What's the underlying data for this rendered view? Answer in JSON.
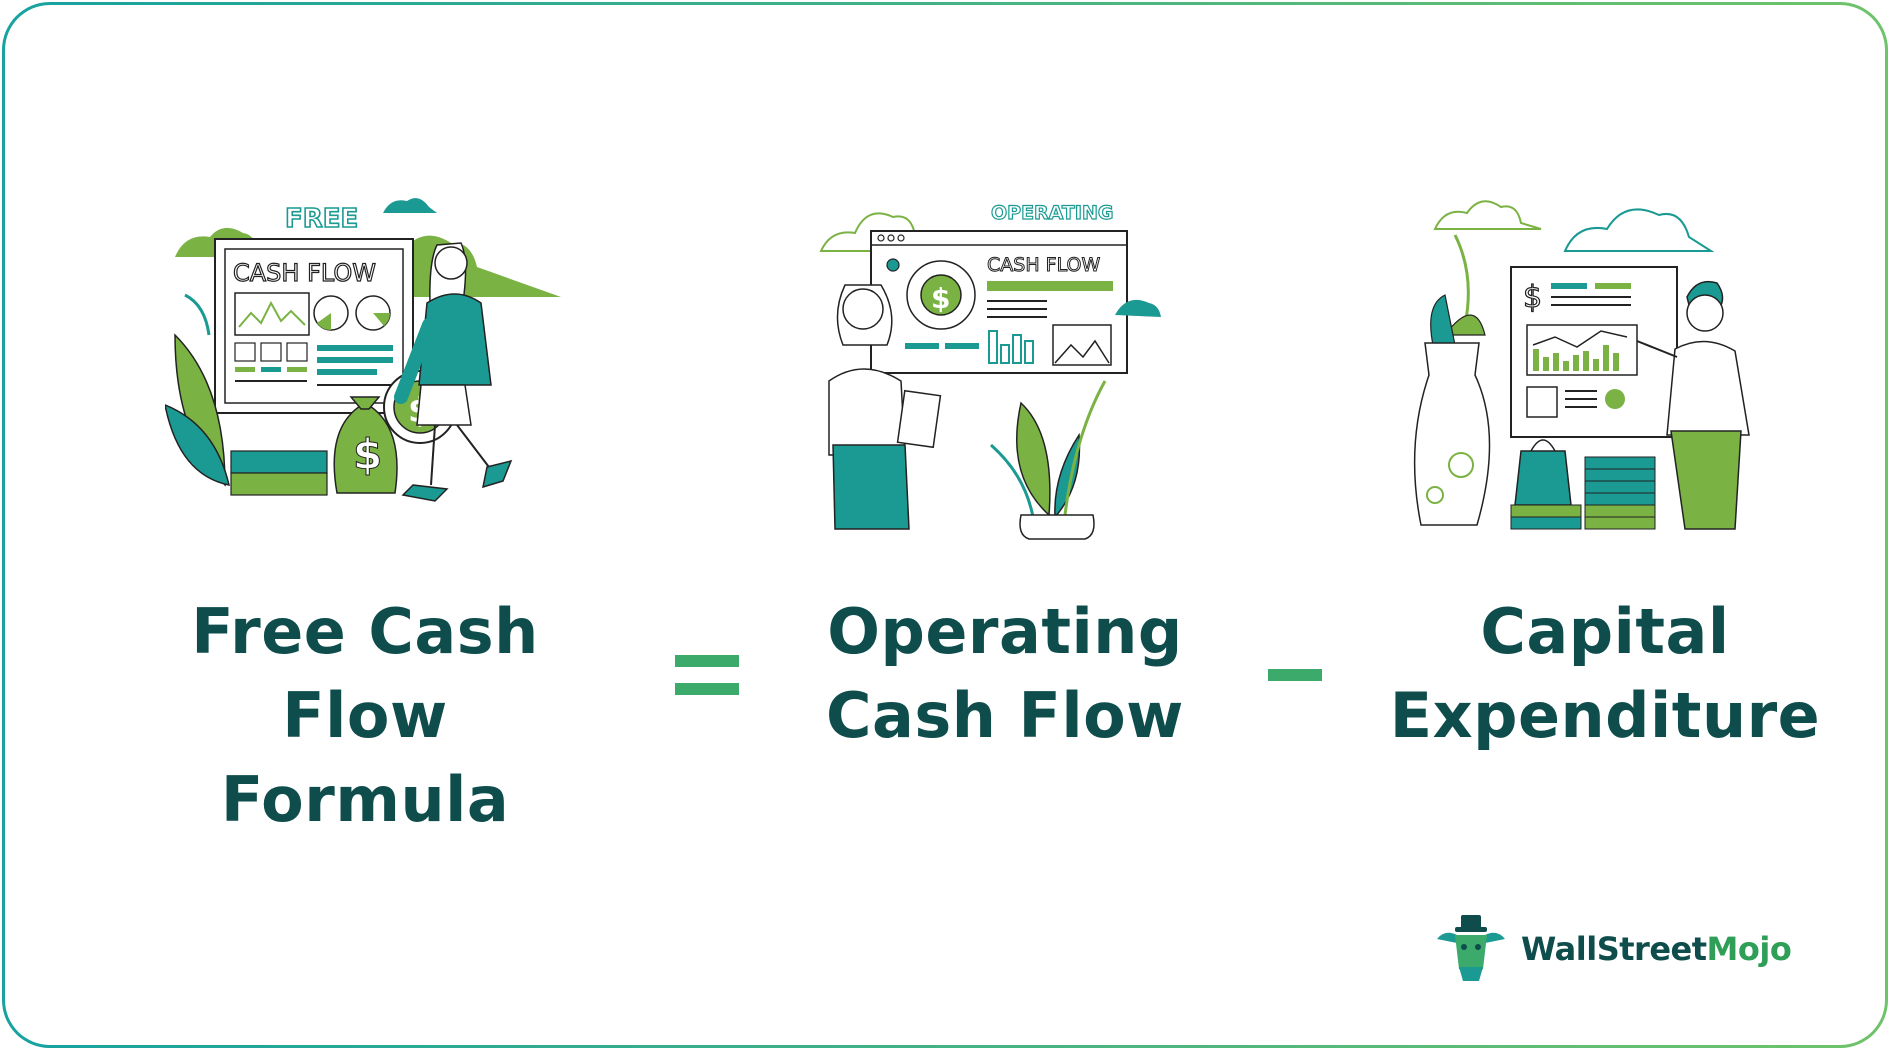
{
  "colors": {
    "dark_teal": "#0f4c4c",
    "teal": "#1a9a92",
    "green": "#7bb244",
    "operator_green": "#3caa6a",
    "outline": "#222222"
  },
  "illustrations": {
    "free": {
      "banner": "FREE",
      "screen_title": "CASH FLOW",
      "coin_symbol": "$",
      "bag_symbol": "$"
    },
    "operating": {
      "banner": "OPERATING",
      "screen_title": "CASH FLOW",
      "coin_symbol": "$"
    },
    "capex": {
      "screen_symbol": "$"
    }
  },
  "formula": {
    "result": {
      "line1": "Free Cash Flow",
      "line2": "Formula"
    },
    "equals": "=",
    "term1": {
      "line1": "Operating",
      "line2": "Cash Flow"
    },
    "minus": "-",
    "term2": {
      "line1": "Capital",
      "line2": "Expenditure"
    }
  },
  "brand": {
    "name_part1": "WallStreet",
    "name_part2": "Mojo",
    "icon": "bull-mascot-icon"
  }
}
